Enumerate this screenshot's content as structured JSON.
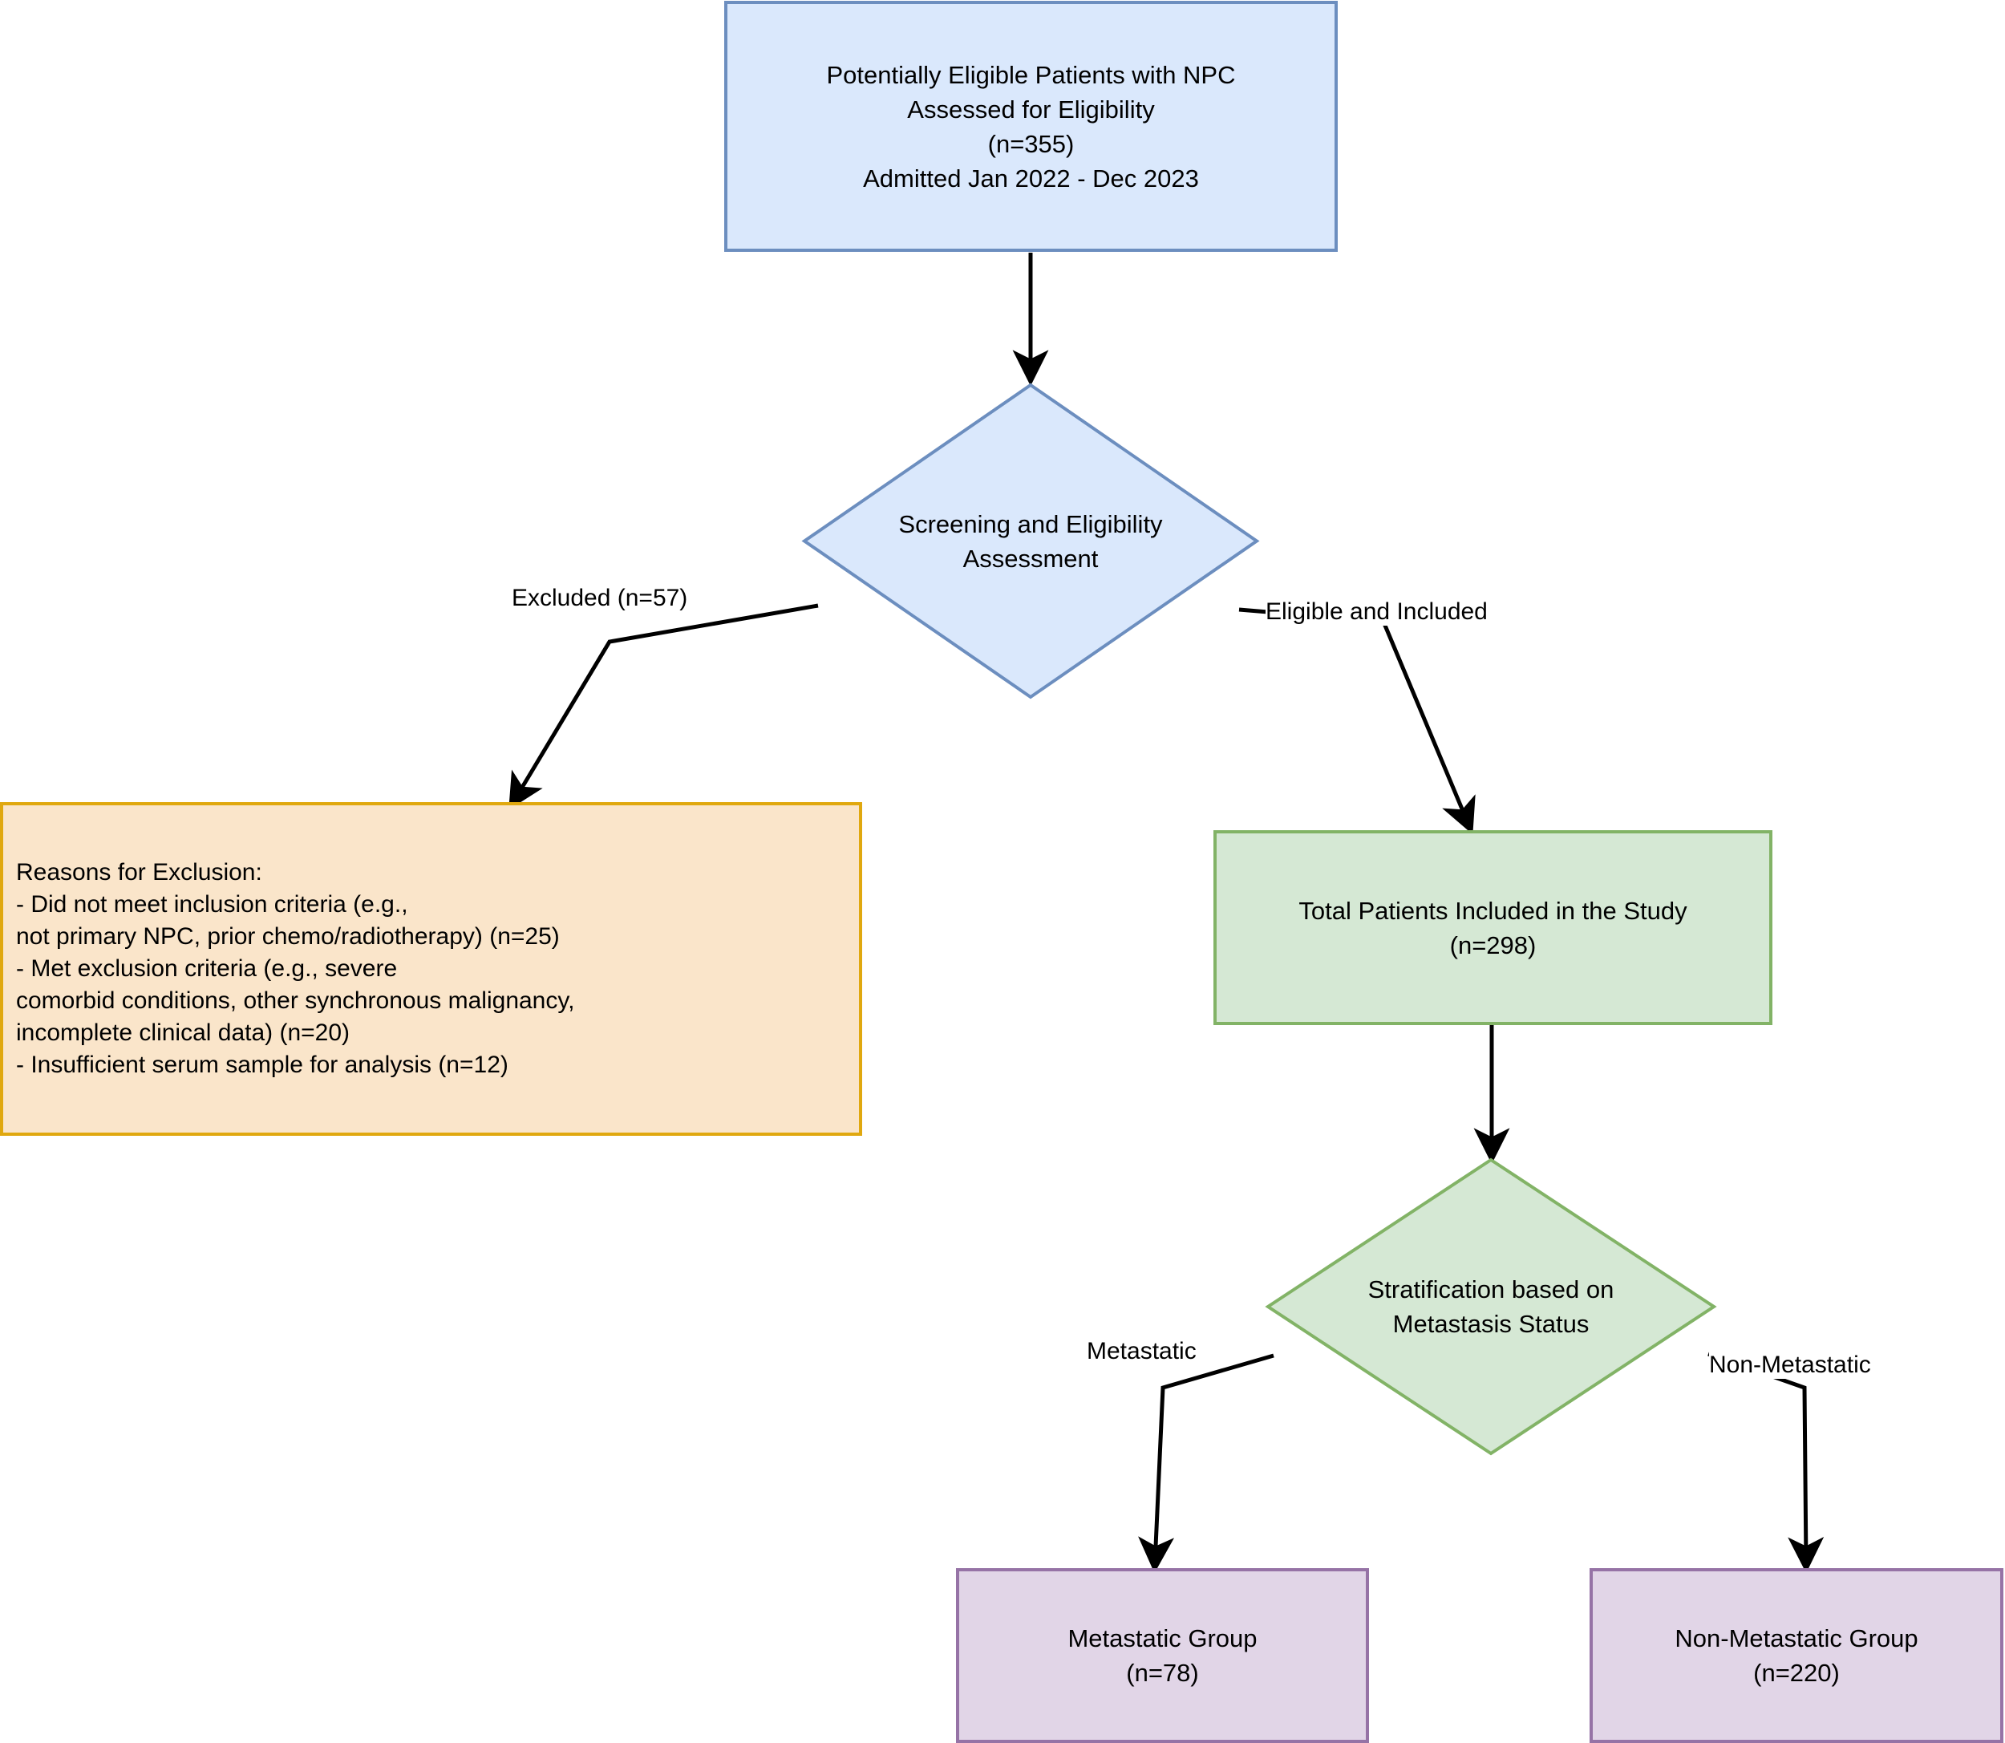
{
  "diagram": {
    "type": "flowchart",
    "title_present": false,
    "colors": {
      "blue_fill": "#dae8fc",
      "blue_stroke": "#6c8ebf",
      "green_fill": "#d5e8d4",
      "green_stroke": "#82b366",
      "purple_fill": "#e1d5e7",
      "purple_stroke": "#9673a6",
      "orange_fill": "#fae5ca",
      "orange_stroke": "#e0a80f",
      "edge_stroke": "#000000"
    },
    "nodes": {
      "eligible_patients": {
        "label": "Potentially Eligible Patients with NPC\nAssessed for Eligibility\n(n=355)\nAdmitted Jan 2022 - Dec 2023",
        "shape": "rectangle",
        "color": "blue",
        "count": 355
      },
      "screening": {
        "label": "Screening and Eligibility\nAssessment",
        "shape": "diamond",
        "color": "blue"
      },
      "exclusion_reasons": {
        "label": "Reasons for Exclusion:\n- Did not meet inclusion criteria (e.g.,\nnot primary NPC, prior chemo/radiotherapy) (n=25)\n- Met exclusion criteria (e.g., severe\ncomorbid conditions, other synchronous malignancy,\nincomplete clinical data) (n=20)\n- Insufficient serum sample for analysis (n=12)",
        "shape": "rectangle",
        "color": "orange",
        "items": [
          {
            "reason": "Did not meet inclusion criteria (e.g., not primary NPC, prior chemo/radiotherapy)",
            "n": 25
          },
          {
            "reason": "Met exclusion criteria (e.g., severe comorbid conditions, other synchronous malignancy, incomplete clinical data)",
            "n": 20
          },
          {
            "reason": "Insufficient serum sample for analysis",
            "n": 12
          }
        ]
      },
      "total_included": {
        "label": "Total Patients Included in the Study\n(n=298)",
        "shape": "rectangle",
        "color": "green",
        "count": 298
      },
      "stratification": {
        "label": "Stratification based on\nMetastasis Status",
        "shape": "diamond",
        "color": "green"
      },
      "metastatic_group": {
        "label": "Metastatic Group\n(n=78)",
        "shape": "rectangle",
        "color": "purple",
        "count": 78
      },
      "non_metastatic_group": {
        "label": "Non-Metastatic Group\n(n=220)",
        "shape": "rectangle",
        "color": "purple",
        "count": 220
      }
    },
    "edges": [
      {
        "from": "eligible_patients",
        "to": "screening",
        "label": ""
      },
      {
        "from": "screening",
        "to": "exclusion_reasons",
        "label": "Excluded (n=57)"
      },
      {
        "from": "screening",
        "to": "total_included",
        "label": "Eligible and Included"
      },
      {
        "from": "total_included",
        "to": "stratification",
        "label": ""
      },
      {
        "from": "stratification",
        "to": "metastatic_group",
        "label": "Metastatic"
      },
      {
        "from": "stratification",
        "to": "non_metastatic_group",
        "label": "Non-Metastatic"
      }
    ],
    "edge_labels": {
      "excluded": "Excluded (n=57)",
      "eligible_included": "Eligible and Included",
      "metastatic": "Metastatic",
      "non_metastatic": "Non-Metastatic"
    }
  }
}
